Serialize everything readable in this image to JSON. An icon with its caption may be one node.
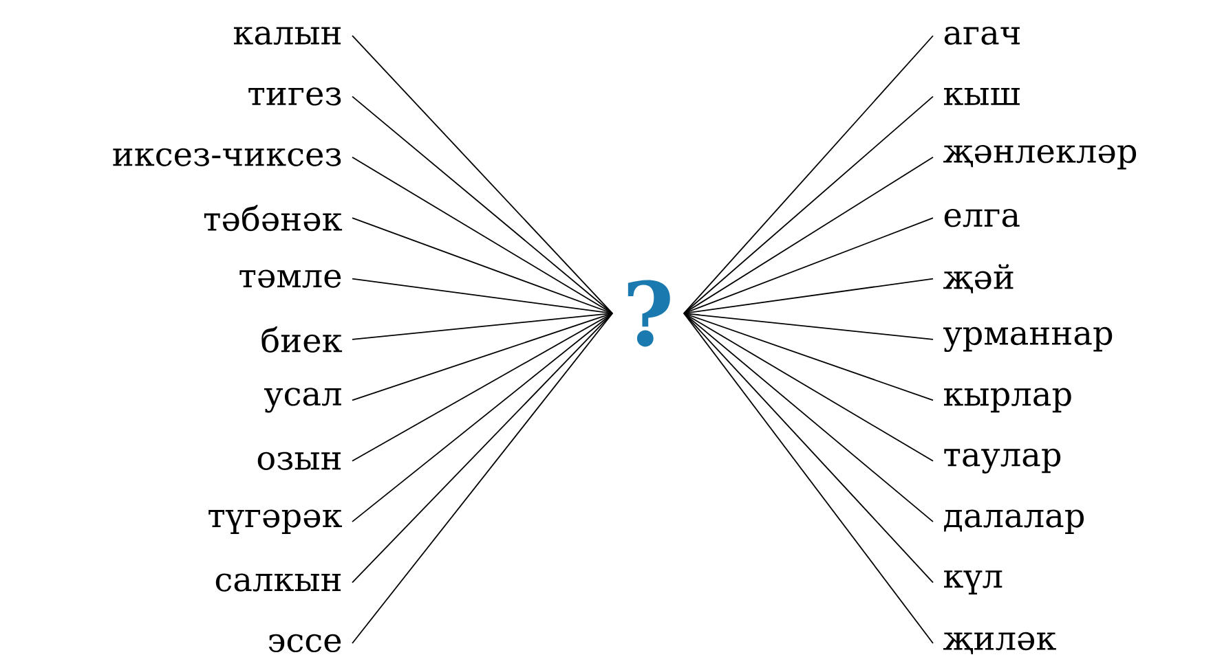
{
  "diagram": {
    "nodes": [
      {
        "text": [
          "калын"
        ]
      },
      {
        "text": [
          "тигез"
        ]
      },
      {
        "text": [
          "иксез-чиксез"
        ]
      },
      {
        "text": [
          "тәбәнәк"
        ]
      },
      {
        "text": [
          "тәмле"
        ]
      },
      {
        "text": [
          "биек"
        ]
      },
      {
        "text": [
          "усал"
        ]
      },
      {
        "text": [
          "озын"
        ]
      },
      {
        "text": [
          "түгәрәк"
        ]
      },
      {
        "text": [
          "салкын"
        ]
      },
      {
        "text": [
          "эссе"
        ]
      },
      {
        "text": [
          "?"
        ]
      },
      {
        "text": [
          "агач"
        ]
      },
      {
        "text": [
          "кыш"
        ]
      },
      {
        "text": [
          "җәнлекләр"
        ]
      },
      {
        "text": [
          "елга"
        ]
      },
      {
        "text": [
          "җәй"
        ]
      },
      {
        "text": [
          "урманнар"
        ]
      },
      {
        "text": [
          "кырлар"
        ]
      },
      {
        "text": [
          "таулар"
        ]
      },
      {
        "text": [
          "далалар"
        ]
      },
      {
        "text": [
          "күл"
        ]
      },
      {
        "text": [
          "җиләк"
        ]
      }
    ],
    "edges": [
      {
        "from": 0,
        "to": 11,
        "arrow": "none"
      },
      {
        "from": 1,
        "to": 11,
        "arrow": "none"
      },
      {
        "from": 2,
        "to": 11,
        "arrow": "none"
      },
      {
        "from": 3,
        "to": 11,
        "arrow": "none"
      },
      {
        "from": 4,
        "to": 11,
        "arrow": "none"
      },
      {
        "from": 5,
        "to": 11,
        "arrow": "none"
      },
      {
        "from": 6,
        "to": 11,
        "arrow": "none"
      },
      {
        "from": 7,
        "to": 11,
        "arrow": "none"
      },
      {
        "from": 8,
        "to": 11,
        "arrow": "none"
      },
      {
        "from": 9,
        "to": 11,
        "arrow": "none"
      },
      {
        "from": 10,
        "to": 11,
        "arrow": "none"
      },
      {
        "from": 11,
        "to": 12,
        "arrow": "none"
      },
      {
        "from": 11,
        "to": 13,
        "arrow": "none"
      },
      {
        "from": 11,
        "to": 14,
        "arrow": "none"
      },
      {
        "from": 11,
        "to": 15,
        "arrow": "none"
      },
      {
        "from": 11,
        "to": 16,
        "arrow": "none"
      },
      {
        "from": 11,
        "to": 17,
        "arrow": "none"
      },
      {
        "from": 11,
        "to": 18,
        "arrow": "none"
      },
      {
        "from": 11,
        "to": 19,
        "arrow": "none"
      },
      {
        "from": 11,
        "to": 20,
        "arrow": "none"
      },
      {
        "from": 11,
        "to": 21,
        "arrow": "none"
      },
      {
        "from": 11,
        "to": 22,
        "arrow": "none"
      }
    ]
  }
}
